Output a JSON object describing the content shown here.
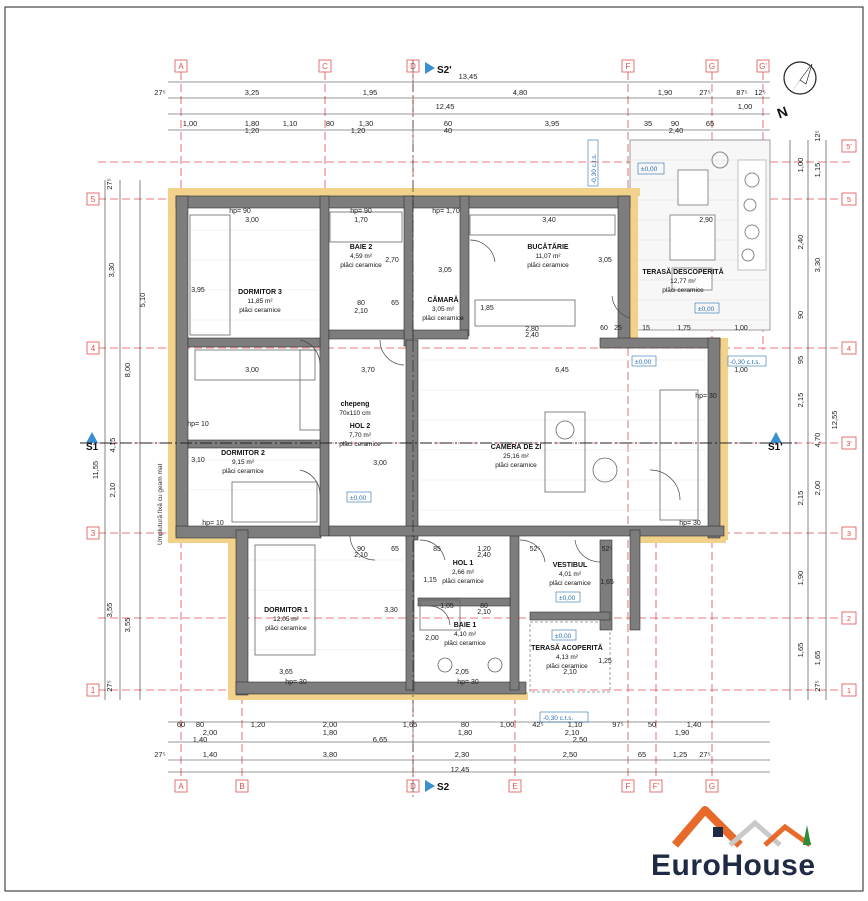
{
  "plan": {
    "axes_top": [
      "A",
      "C",
      "D",
      "F",
      "G",
      "G'"
    ],
    "axes_bottom": [
      "A",
      "B",
      "D",
      "E",
      "F",
      "F'",
      "G"
    ],
    "axes_left": [
      "5",
      "4",
      "3",
      "1"
    ],
    "axes_right": [
      "5'",
      "5",
      "4",
      "3'",
      "3",
      "2",
      "1"
    ],
    "section_top": "S2'",
    "section_bottom": "S2",
    "section_left": "S1",
    "section_right": "S1'",
    "north": "N",
    "dims_top_total": "13,45",
    "dims_top_row1": [
      "27⁵",
      "3,25",
      "1,95",
      "4,80",
      "1,90",
      "27⁵",
      "87⁵",
      "12⁵"
    ],
    "dims_top_row2": "12,45",
    "dims_top_row2b": "1,00",
    "dims_top_row3": [
      "1,00",
      "1,80",
      "1,10",
      "80",
      "1,30",
      "60",
      "3,95",
      "35",
      "90",
      "65",
      "1,20",
      "1,20",
      "40",
      "2,40"
    ],
    "dims_bottom_row1": [
      "60",
      "80",
      "1,20",
      "2,00",
      "1,65",
      "80",
      "1,00",
      "42⁵",
      "1,10",
      "97⁵",
      "50",
      "1,40"
    ],
    "dims_bottom_row1b": [
      "2,00",
      "1,80",
      "1,80",
      "2,10",
      "1,90"
    ],
    "dims_bottom_row2": [
      "1,40",
      "6,65",
      "2,50"
    ],
    "dims_bottom_row3": [
      "27⁵",
      "1,40",
      "3,80",
      "2,30",
      "2,50",
      "65",
      "1,25",
      "27⁵"
    ],
    "dims_bottom_total": "12,45",
    "dims_left": [
      "27⁵",
      "3,30",
      "5,10",
      "8,00",
      "11,55",
      "4,15",
      "2,10",
      "3,55",
      "3,55",
      "27⁵"
    ],
    "dims_right": [
      "12⁵",
      "1,15",
      "1,00",
      "2,40",
      "3,30",
      "90",
      "95",
      "2,15",
      "12,55",
      "4,70",
      "2,00",
      "2,15",
      "1,90",
      "1,65",
      "1,65",
      "27⁵"
    ],
    "side_note": "Umplutură fixă cu geam mat",
    "levels": {
      "ext_top": "-0,30 c.t.s.",
      "terrace_open": "±0,00",
      "terrace_open2": "±0,00",
      "ext_right": "-0,30 c.t.s.",
      "living": "±0,00",
      "hall": "±0,00",
      "vestibul": "±0,00",
      "terrace_cov": "±0,00",
      "ext_bottom": "-0,30 c.t.s."
    },
    "rooms": [
      {
        "name": "DORMITOR 3",
        "area": "11,85 m²",
        "finish": "plăci ceramice"
      },
      {
        "name": "BAIE 2",
        "area": "4,59 m²",
        "finish": "plăci ceramice"
      },
      {
        "name": "CĂMARĂ",
        "area": "3,05 m²",
        "finish": "plăci ceramice"
      },
      {
        "name": "BUCĂTĂRIE",
        "area": "11,07 m²",
        "finish": "plăci ceramice"
      },
      {
        "name": "TERASĂ DESCOPERITĂ",
        "area": "12,77 m²",
        "finish": "plăci ceramice"
      },
      {
        "name": "chepeng",
        "area": "70x110 cm",
        "finish": ""
      },
      {
        "name": "HOL 2",
        "area": "7,70 m²",
        "finish": "plăci ceramice"
      },
      {
        "name": "DORMITOR 2",
        "area": "9,15 m²",
        "finish": "plăci ceramice"
      },
      {
        "name": "CAMERĂ DE ZI",
        "area": "25,16 m²",
        "finish": "plăci ceramice"
      },
      {
        "name": "HOL 1",
        "area": "2,66 m²",
        "finish": "plăci ceramice"
      },
      {
        "name": "VESTIBUL",
        "area": "4,01 m²",
        "finish": "plăci ceramice"
      },
      {
        "name": "DORMITOR 1",
        "area": "12,05 m²",
        "finish": "plăci ceramice"
      },
      {
        "name": "BAIE 1",
        "area": "4,10 m²",
        "finish": "plăci ceramice"
      },
      {
        "name": "TERASĂ ACOPERITĂ",
        "area": "4,13 m²",
        "finish": "plăci ceramice"
      }
    ],
    "interior_dims": [
      "hp= 90",
      "hp= 90",
      "hp= 1,70",
      "3,00",
      "1,70",
      "3,40",
      "2,90",
      "3,95",
      "2,70",
      "3,05",
      "3,05",
      "1,85",
      "2,80",
      "2,40",
      "2,10",
      "80",
      "65",
      "60",
      "25",
      "15",
      "1,75",
      "1,00",
      "3,00",
      "3,70",
      "6,45",
      "1,00",
      "hp= 10",
      "3,10",
      "hp= 10",
      "3,00",
      "hp= 30",
      "hp= 30",
      "90",
      "2,10",
      "65",
      "85",
      "1,20",
      "2,40",
      "52⁵",
      "52⁵",
      "1,65",
      "1,05",
      "80",
      "2,10",
      "2,00",
      "3,30",
      "3,65",
      "hp= 30",
      "2,05",
      "hp= 30",
      "2,10",
      "1,25",
      "1,15"
    ]
  },
  "brand": {
    "name": "EuroHouse",
    "roof_color": "#e86a2a",
    "text_color": "#1f2a44",
    "tree_color": "#2e8b3a"
  }
}
